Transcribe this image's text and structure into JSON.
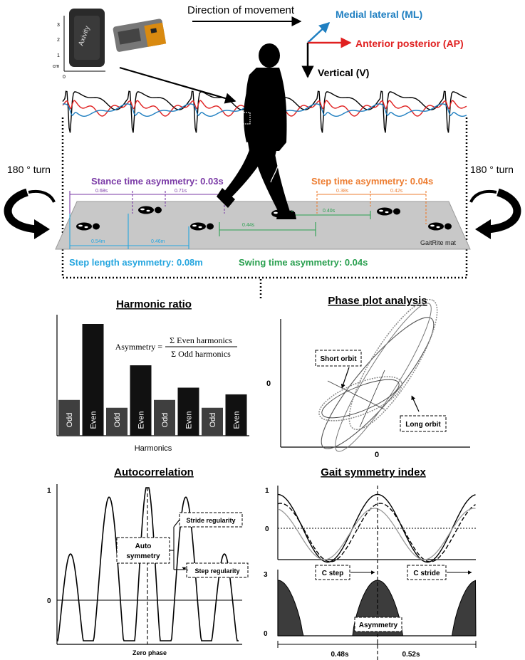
{
  "top": {
    "direction_label": "Direction of movement",
    "axes": {
      "ml": {
        "label": "Medial lateral (ML)",
        "color": "#1f7fc1"
      },
      "ap": {
        "label": "Anterior posterior (AP)",
        "color": "#e02020"
      },
      "v": {
        "label": "Vertical (V)",
        "color": "#000000"
      }
    },
    "device": {
      "scale_unit": "cm",
      "scale_ticks": [
        "0",
        "1",
        "2",
        "3"
      ],
      "brand": "Axivity"
    },
    "turn_left": "180 ° turn",
    "turn_right": "180 ° turn",
    "mat_label": "GaitRite mat",
    "stance": {
      "label": "Stance time asymmetry: 0.03s",
      "values": [
        "0.68s",
        "0.71s"
      ],
      "color": "#7a3aa6"
    },
    "step_time": {
      "label": "Step time asymmetry: 0.04s",
      "values": [
        "0.38s",
        "0.42s"
      ],
      "color": "#ed7d31"
    },
    "step_length": {
      "label": "Step length asymmetry: 0.08m",
      "values": [
        "0.54m",
        "0.46m"
      ],
      "color": "#26a6df"
    },
    "swing": {
      "label": "Swing time asymmetry: 0.04s",
      "values": [
        "0.44s",
        "0.40s"
      ],
      "color": "#2aa050"
    }
  },
  "harmonic": {
    "title": "Harmonic ratio",
    "formula_lhs": "Asymmetry =",
    "formula_num": "Σ Even harmonics",
    "formula_den": "Σ Odd harmonics",
    "xlabel": "Harmonics",
    "chart_data": {
      "type": "bar",
      "categories": [
        "Odd",
        "Even",
        "Odd",
        "Even",
        "Odd",
        "Even",
        "Odd",
        "Even"
      ],
      "values": [
        0.32,
        1.0,
        0.25,
        0.63,
        0.32,
        0.43,
        0.25,
        0.37
      ],
      "colors": {
        "odd": "#3f3f3f",
        "even": "#111111"
      }
    }
  },
  "phase": {
    "title": "Phase plot analysis",
    "zero_y": "0",
    "zero_x": "0",
    "short_orbit": "Short orbit",
    "long_orbit": "Long orbit"
  },
  "autocorr": {
    "title": "Autocorrelation",
    "y_one": "1",
    "y_zero": "0",
    "xlabel": "Zero phase",
    "auto_symmetry_1": "Auto",
    "auto_symmetry_2": "symmetry",
    "stride_reg": "Stride regularity",
    "step_reg": "Step regularity"
  },
  "gsi": {
    "title": "Gait symmetry index",
    "y_one": "1",
    "y_zero": "0",
    "y_three": "3",
    "y_zero_b": "0",
    "c_step": "C step",
    "c_stride": "C stride",
    "asymmetry": "Asymmetry",
    "t1": "0.48s",
    "t2": "0.52s"
  }
}
